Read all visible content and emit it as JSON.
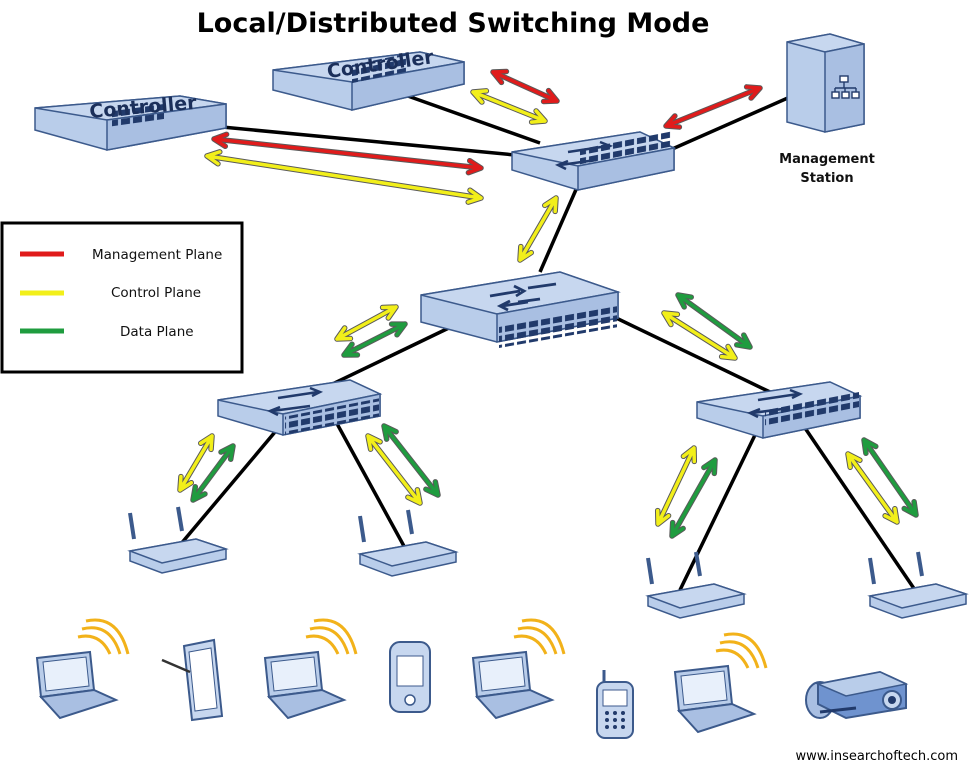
{
  "title": "Local/Distributed Switching Mode",
  "controllers": [
    {
      "label": "Controller"
    },
    {
      "label": "Controller"
    }
  ],
  "management_station": {
    "line1": "Management",
    "line2": "Station"
  },
  "legend": [
    {
      "label": "Management Plane",
      "color": "#e01b1b"
    },
    {
      "label": "Control Plane",
      "color": "#f2ef1a"
    },
    {
      "label": "Data Plane",
      "color": "#1f9c3f"
    }
  ],
  "colors": {
    "device_fill": "#b9cdea",
    "device_top": "#c7d7ef",
    "device_stroke": "#3c5a8c",
    "port": "#213a6b",
    "link": "#000000",
    "wifi": "#f2b21a"
  },
  "devices": {
    "core_switch": "switch",
    "access_switches": [
      "switch",
      "switch",
      "switch"
    ],
    "access_points": [
      "wireless-access-point",
      "wireless-access-point",
      "wireless-access-point",
      "wireless-access-point"
    ],
    "clients": [
      "laptop",
      "tablet",
      "laptop",
      "pda",
      "laptop",
      "cell-phone",
      "laptop",
      "security-camera"
    ]
  },
  "footer": "www.insearchoftech.com"
}
